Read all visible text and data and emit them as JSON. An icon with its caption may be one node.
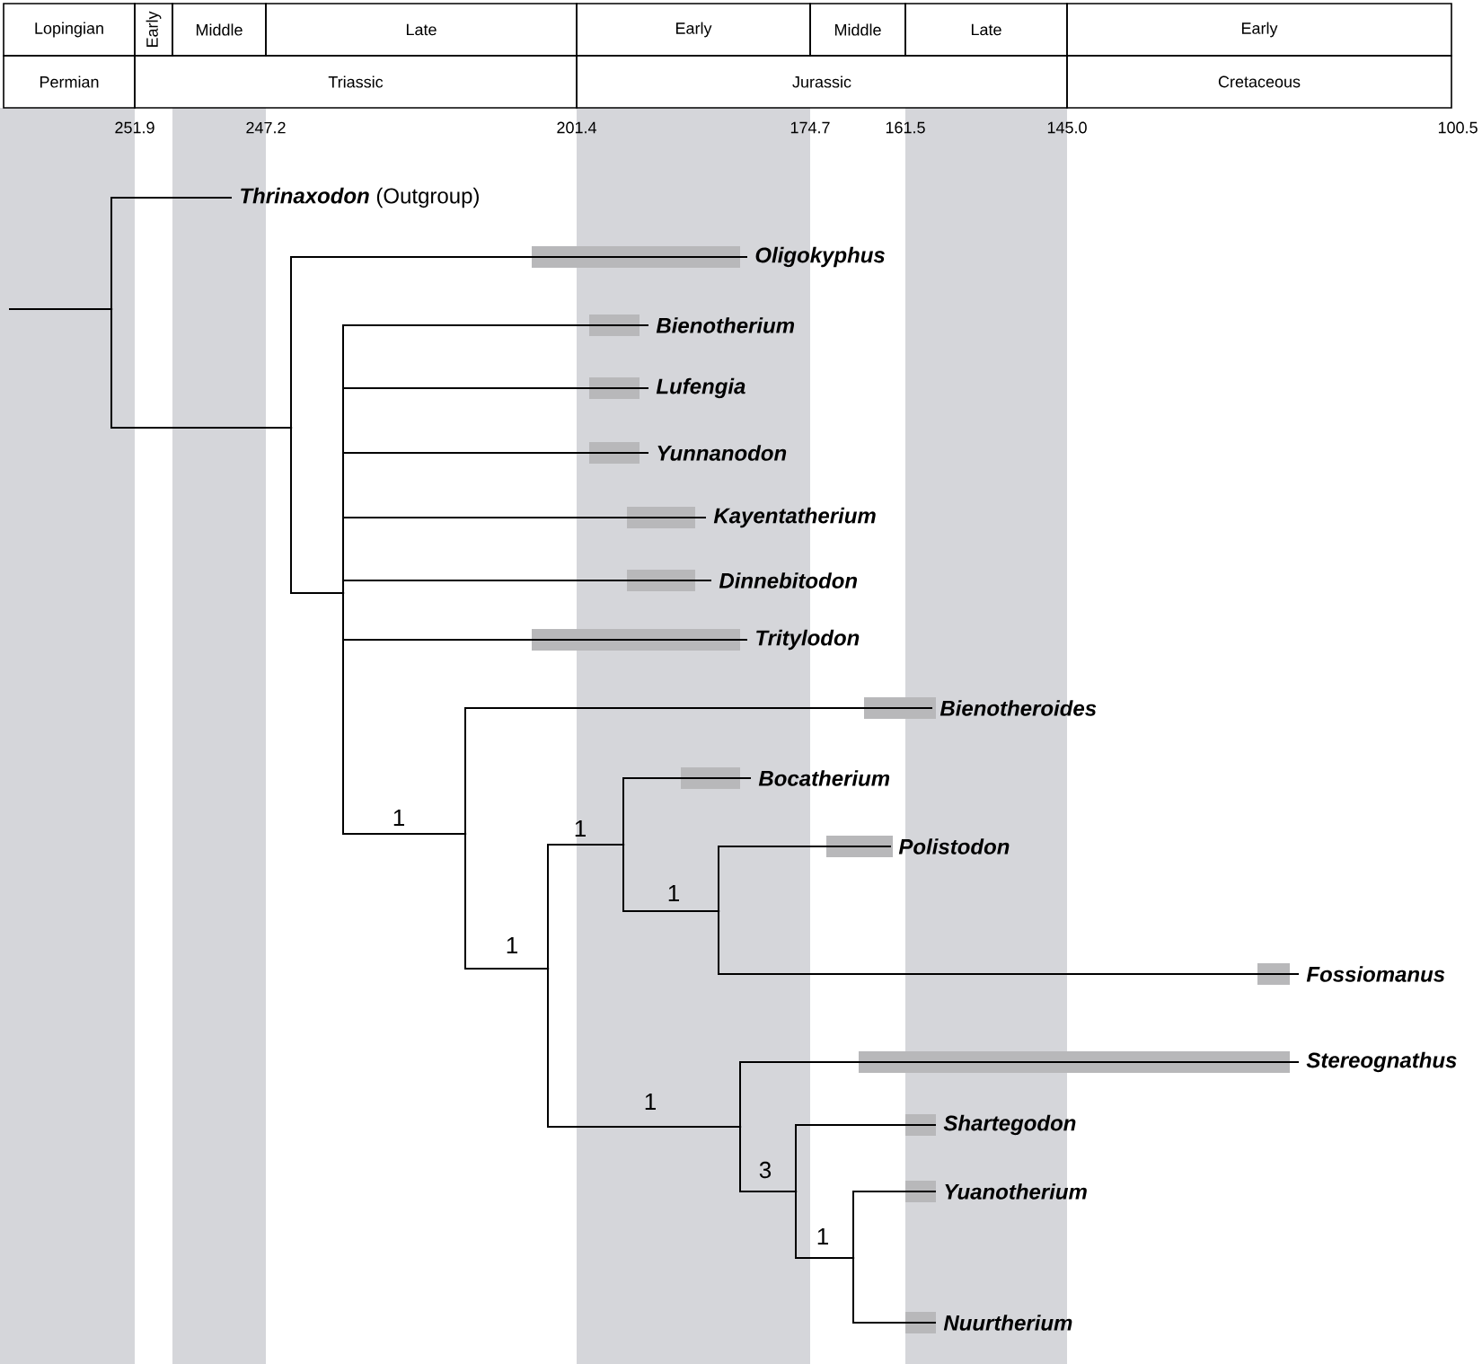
{
  "diagram": {
    "nodes": [
      {
        "text": [],
        "shape": "point"
      },
      {
        "text": [
          "*Thrinaxodon* (Outgroup)"
        ]
      },
      {
        "text": [],
        "shape": "point"
      },
      {
        "text": [
          "Oligokyphus"
        ]
      },
      {
        "text": [],
        "shape": "point"
      },
      {
        "text": [
          "Bienotherium"
        ]
      },
      {
        "text": [
          "Lufengia"
        ]
      },
      {
        "text": [
          "Yunnanodon"
        ]
      },
      {
        "text": [
          "Kayentatherium"
        ]
      },
      {
        "text": [
          "Dinnebitodon"
        ]
      },
      {
        "text": [
          "Tritylodon"
        ]
      },
      {
        "text": [],
        "shape": "point"
      },
      {
        "text": [
          "Bienotheroides"
        ]
      },
      {
        "text": [],
        "shape": "point"
      },
      {
        "text": [],
        "shape": "point"
      },
      {
        "text": [
          "Bocatherium"
        ]
      },
      {
        "text": [],
        "shape": "point"
      },
      {
        "text": [
          "Polistodon"
        ]
      },
      {
        "text": [
          "Fossiomanus"
        ]
      },
      {
        "text": [],
        "shape": "point"
      },
      {
        "text": [
          "Stereognathus"
        ]
      },
      {
        "text": [],
        "shape": "point"
      },
      {
        "text": [
          "Shartegodon"
        ]
      },
      {
        "text": [],
        "shape": "point"
      },
      {
        "text": [
          "Yuanotherium"
        ]
      },
      {
        "text": [
          "Nuurtherium"
        ]
      }
    ],
    "edges": [
      {
        "from": null,
        "to": 0,
        "arrow": "none"
      },
      {
        "from": 0,
        "to": 1,
        "arrow": "none"
      },
      {
        "from": 0,
        "to": 2,
        "arrow": "none"
      },
      {
        "from": 2,
        "to": 3,
        "arrow": "none"
      },
      {
        "from": 2,
        "to": 4,
        "arrow": "none"
      },
      {
        "from": 4,
        "to": 5,
        "arrow": "none"
      },
      {
        "from": 4,
        "to": 6,
        "arrow": "none"
      },
      {
        "from": 4,
        "to": 7,
        "arrow": "none"
      },
      {
        "from": 4,
        "to": 8,
        "arrow": "none"
      },
      {
        "from": 4,
        "to": 9,
        "arrow": "none"
      },
      {
        "from": 4,
        "to": 10,
        "arrow": "none"
      },
      {
        "from": 4,
        "to": 11,
        "arrow": "none",
        "label": "1"
      },
      {
        "from": 11,
        "to": 12,
        "arrow": "none"
      },
      {
        "from": 11,
        "to": 13,
        "arrow": "none",
        "label": "1"
      },
      {
        "from": 13,
        "to": 14,
        "arrow": "none",
        "label": "1"
      },
      {
        "from": 13,
        "to": 19,
        "arrow": "none",
        "label": "1"
      },
      {
        "from": 14,
        "to": 15,
        "arrow": "none"
      },
      {
        "from": 14,
        "to": 16,
        "arrow": "none",
        "label": "1"
      },
      {
        "from": 16,
        "to": 17,
        "arrow": "none"
      },
      {
        "from": 16,
        "to": 18,
        "arrow": "none"
      },
      {
        "from": 19,
        "to": 20,
        "arrow": "none"
      },
      {
        "from": 19,
        "to": 21,
        "arrow": "none",
        "label": "3"
      },
      {
        "from": 21,
        "to": 22,
        "arrow": "none"
      },
      {
        "from": 21,
        "to": 23,
        "arrow": "none",
        "label": "1"
      },
      {
        "from": 23,
        "to": 24,
        "arrow": "none"
      },
      {
        "from": 23,
        "to": 25,
        "arrow": "none"
      }
    ],
    "labels": [
      "Lopingian",
      "Early",
      "Middle",
      "Late",
      "Early",
      "Middle",
      "Late",
      "Early",
      "Permian",
      "Triassic",
      "Jurassic",
      "Cretaceous",
      "251.9",
      "247.2",
      "201.4",
      "174.7",
      "161.5",
      "145.0",
      "100.5"
    ]
  }
}
